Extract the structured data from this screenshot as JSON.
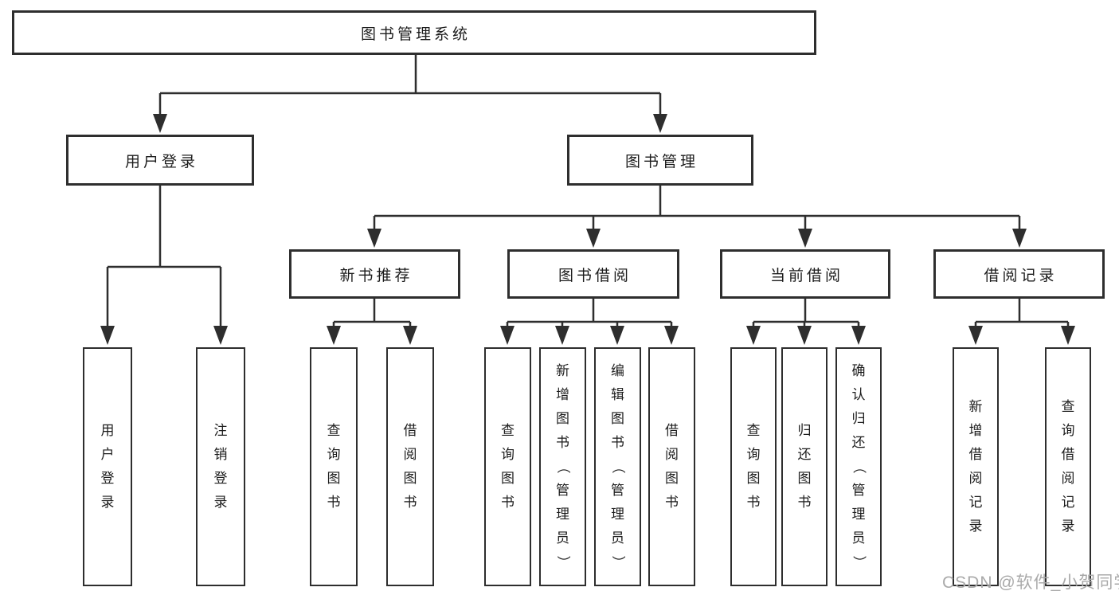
{
  "diagram_title": "图书管理系统",
  "tree": {
    "label": "图书管理系统",
    "children": [
      {
        "label": "用户登录",
        "children": [
          {
            "label": "用户登录"
          },
          {
            "label": "注销登录"
          }
        ]
      },
      {
        "label": "图书管理",
        "children": [
          {
            "label": "新书推荐",
            "children": [
              {
                "label": "查询图书"
              },
              {
                "label": "借阅图书"
              }
            ]
          },
          {
            "label": "图书借阅",
            "children": [
              {
                "label": "查询图书"
              },
              {
                "label": "新增图书（管理员）"
              },
              {
                "label": "编辑图书（管理员）"
              },
              {
                "label": "借阅图书"
              }
            ]
          },
          {
            "label": "当前借阅",
            "children": [
              {
                "label": "查询图书"
              },
              {
                "label": "归还图书"
              },
              {
                "label": "确认归还（管理员）"
              }
            ]
          },
          {
            "label": "借阅记录",
            "children": [
              {
                "label": "新增借阅记录"
              },
              {
                "label": "查询借阅记录"
              }
            ]
          }
        ]
      }
    ]
  },
  "watermark": {
    "text": "CSDN @软件_小贺同学"
  },
  "colors": {
    "line": "#2e2e2e",
    "text": "#1c1c1c",
    "watermark": "#a9a9a9",
    "background": "#ffffff"
  }
}
